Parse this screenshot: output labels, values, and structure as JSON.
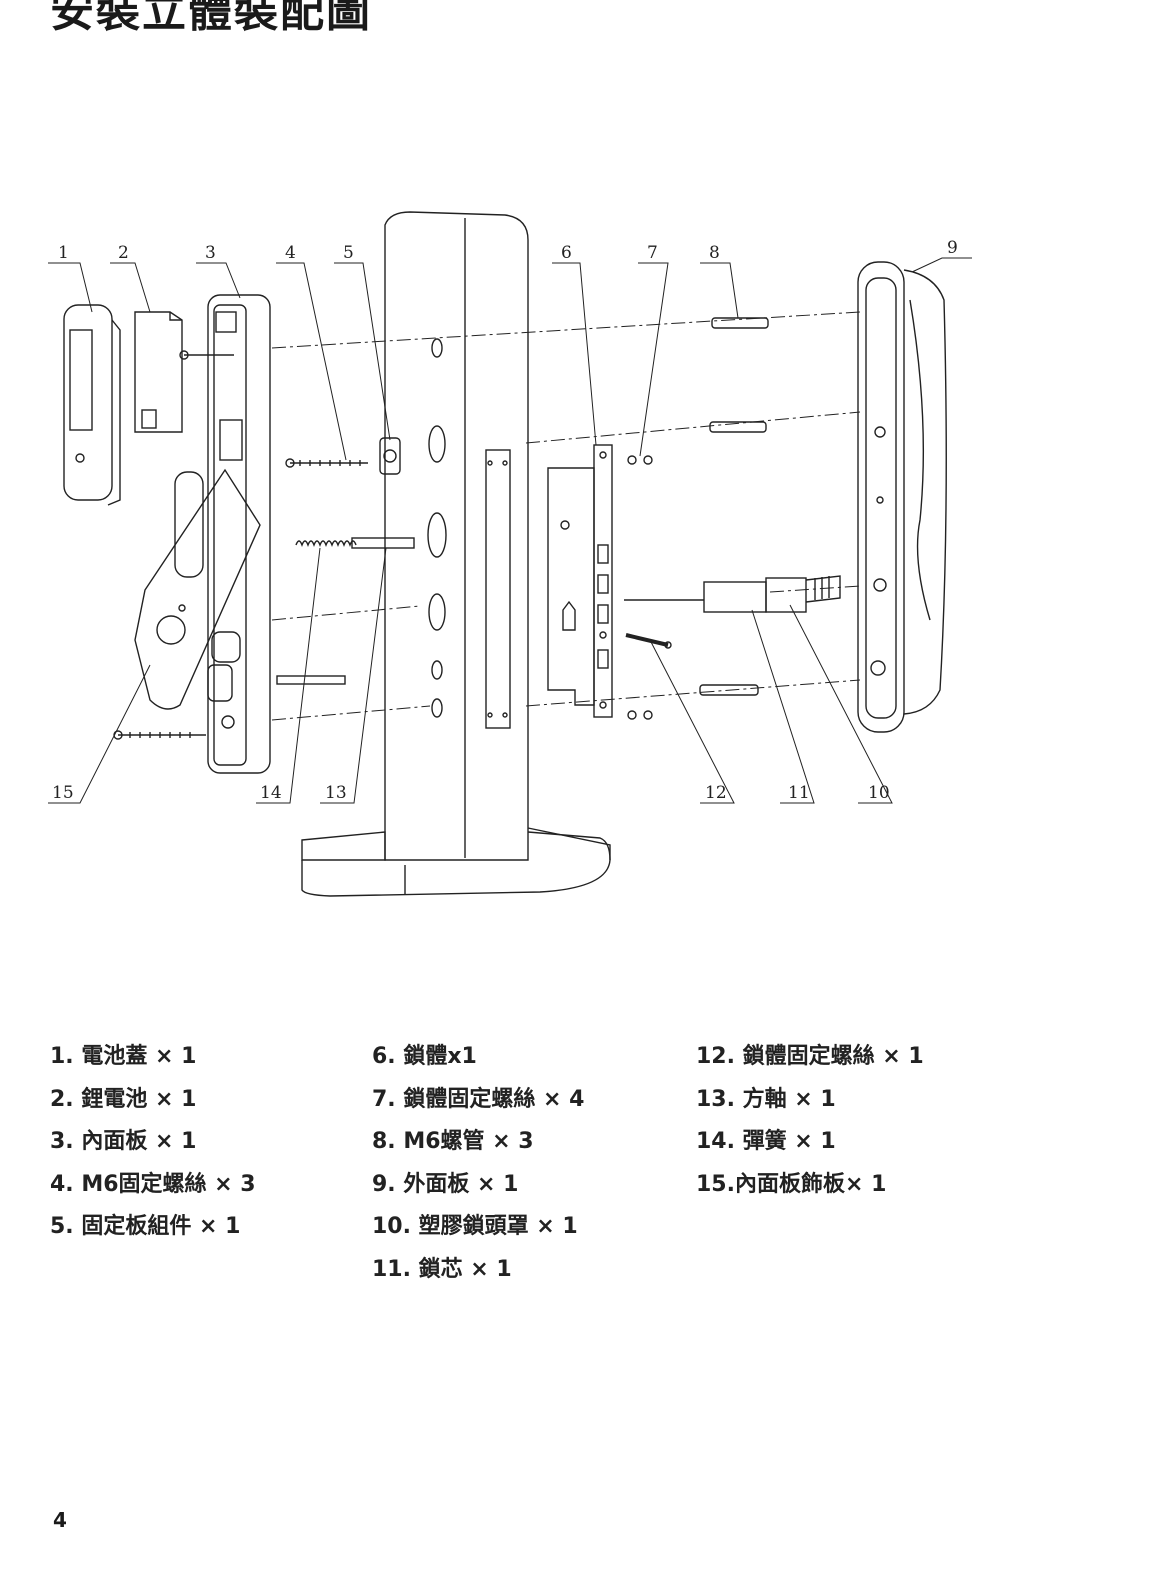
{
  "title": "安裝立體裝配圖",
  "diagram": {
    "callouts_top": [
      "1",
      "2",
      "3",
      "4",
      "5",
      "6",
      "7",
      "8",
      "9"
    ],
    "callouts_bottom": [
      "15",
      "14",
      "13",
      "12",
      "11",
      "10"
    ]
  },
  "parts": {
    "col1": [
      "1. 電池蓋 × 1",
      "2. 鋰電池 × 1",
      "3. 內面板 × 1",
      "4. M6固定螺絲 × 3",
      "5. 固定板組件 × 1"
    ],
    "col2": [
      "6. 鎖體x1",
      "7. 鎖體固定螺絲 × 4",
      "8. M6螺管 × 3",
      "9. 外面板 × 1",
      "10. 塑膠鎖頭罩 × 1",
      "11. 鎖芯 × 1"
    ],
    "col3": [
      "12. 鎖體固定螺絲 × 1",
      "13. 方軸 × 1",
      "14. 彈簧 × 1",
      "15.內面板飾板× 1"
    ]
  },
  "page_number": "4"
}
